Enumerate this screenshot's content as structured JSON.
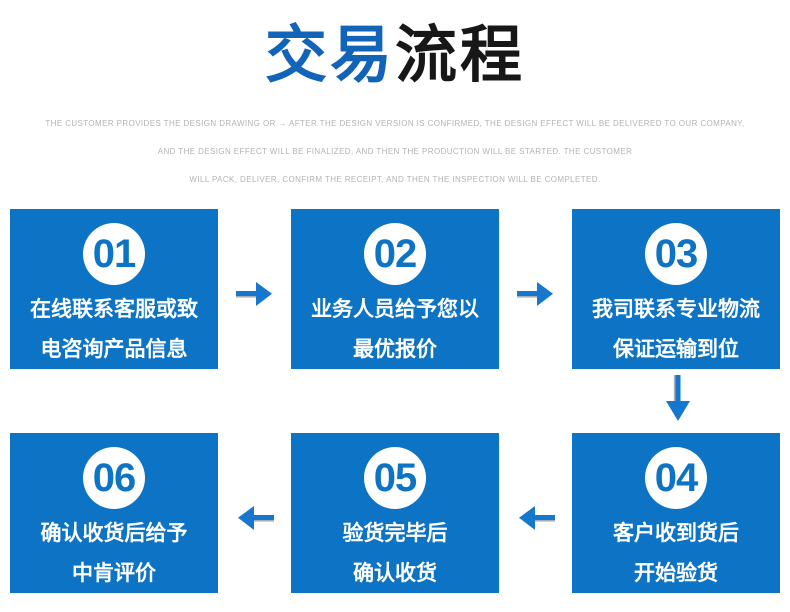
{
  "title": {
    "part_blue": "交易",
    "part_dark": "流程"
  },
  "subtitle_lines": [
    "THE CUSTOMER PROVIDES THE DESIGN DRAWING OR → AFTER THE DESIGN VERSION IS CONFIRMED, THE DESIGN EFFECT WILL BE DELIVERED TO OUR COMPANY,",
    "AND THE DESIGN EFFECT WILL BE FINALIZED, AND THEN THE PRODUCTION WILL BE STARTED. THE CUSTOMER",
    "WILL PACK, DELIVER, CONFIRM THE RECEIPT, AND THEN THE INSPECTION WILL BE COMPLETED."
  ],
  "steps": [
    {
      "number": "01",
      "line1": "在线联系客服或致",
      "line2": "电咨询产品信息"
    },
    {
      "number": "02",
      "line1": "业务人员给予您以",
      "line2": "最优报价"
    },
    {
      "number": "03",
      "line1": "我司联系专业物流",
      "line2": "保证运输到位"
    },
    {
      "number": "04",
      "line1": "客户收到货后",
      "line2": "开始验货"
    },
    {
      "number": "05",
      "line1": "验货完毕后",
      "line2": "确认收货"
    },
    {
      "number": "06",
      "line1": "确认收货后给予",
      "line2": "中肯评价"
    }
  ],
  "icons": {
    "arrow_right": "right-arrow",
    "arrow_left": "left-arrow",
    "arrow_down": "down-arrow"
  },
  "colors": {
    "box_blue": "#0d73c5",
    "arrow_blue": "#1577cd",
    "title_blue": "#1164b8",
    "title_dark": "#171717",
    "subtitle_gray": "#b3b3b3",
    "circle_white": "#ffffff"
  }
}
